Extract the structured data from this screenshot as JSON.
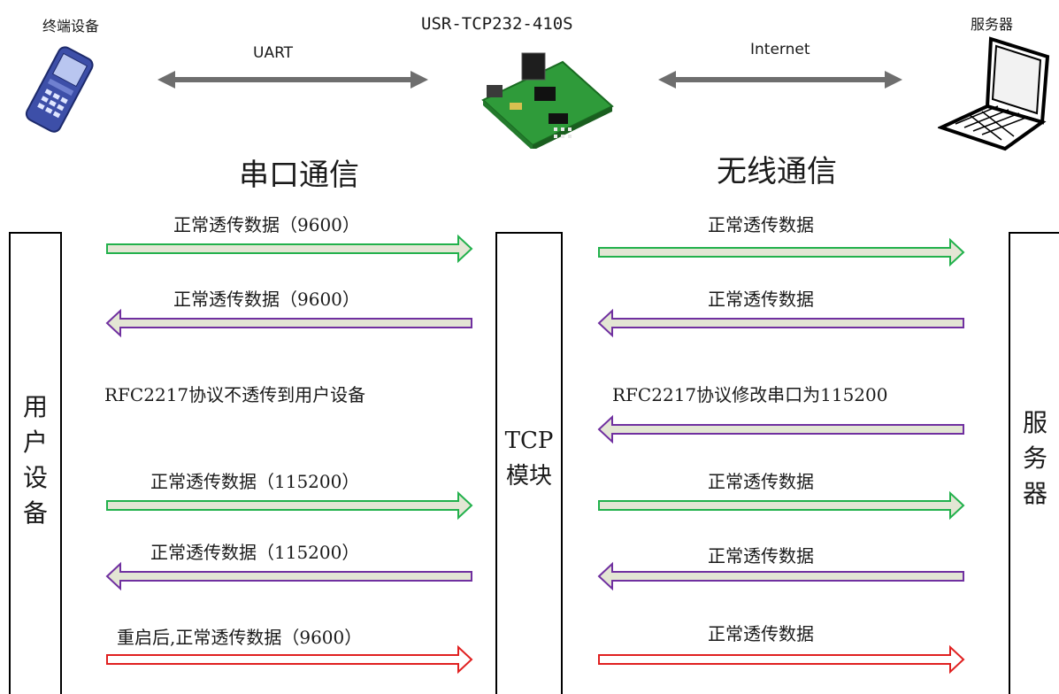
{
  "top": {
    "terminal_label": "终端设备",
    "module_label": "USR-TCP232-410S",
    "server_label": "服务器",
    "uart_label": "UART",
    "internet_label": "Internet"
  },
  "sections": {
    "serial": "串口通信",
    "wireless": "无线通信"
  },
  "columns": {
    "user_device": [
      "用",
      "户",
      "设",
      "备"
    ],
    "tcp_module": [
      "TCP",
      "模块"
    ],
    "server": [
      "服",
      "务",
      "器"
    ]
  },
  "left_messages": [
    {
      "text": "正常透传数据（9600）",
      "direction": "right",
      "color": "green"
    },
    {
      "text": "正常透传数据（9600）",
      "direction": "left",
      "color": "purple"
    },
    {
      "text": "RFC2217协议不透传到用户设备",
      "direction": "none",
      "color": ""
    },
    {
      "text": "正常透传数据（115200）",
      "direction": "right",
      "color": "green"
    },
    {
      "text": "正常透传数据（115200）",
      "direction": "left",
      "color": "purple"
    },
    {
      "text": "重启后,正常透传数据（9600）",
      "direction": "right",
      "color": "red"
    }
  ],
  "right_messages": [
    {
      "text": "正常透传数据",
      "direction": "right",
      "color": "green"
    },
    {
      "text": "正常透传数据",
      "direction": "left",
      "color": "purple"
    },
    {
      "text": "RFC2217协议修改串口为115200",
      "direction": "left",
      "color": "purple"
    },
    {
      "text": "正常透传数据",
      "direction": "right",
      "color": "green"
    },
    {
      "text": "正常透传数据",
      "direction": "left",
      "color": "purple"
    },
    {
      "text": "正常透传数据",
      "direction": "right",
      "color": "red"
    }
  ],
  "colors": {
    "green": "#22b14c",
    "purple": "#7030a0",
    "red": "#e02020",
    "fill": "#e3e6d4",
    "gray_arrow": "#6e6e6e"
  }
}
